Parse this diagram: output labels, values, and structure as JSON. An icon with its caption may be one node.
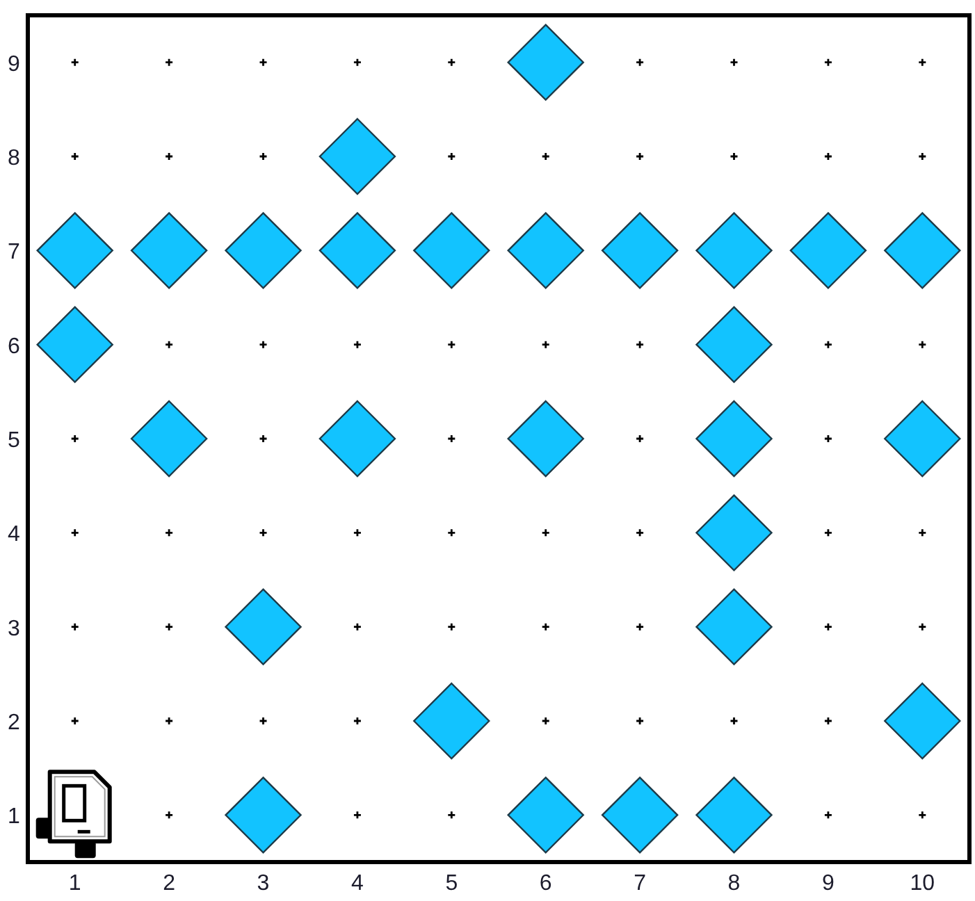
{
  "diagram": {
    "chart_data": {
      "type": "scatter",
      "xlim": [
        0.5,
        10.5
      ],
      "ylim": [
        0.5,
        9.5
      ],
      "xticks": [
        1,
        2,
        3,
        4,
        5,
        6,
        7,
        8,
        9,
        10
      ],
      "yticks": [
        1,
        2,
        3,
        4,
        5,
        6,
        7,
        8,
        9
      ],
      "x": [
        6,
        4,
        1,
        2,
        3,
        4,
        5,
        6,
        7,
        8,
        9,
        10,
        1,
        8,
        2,
        4,
        6,
        8,
        10,
        8,
        3,
        8,
        5,
        10,
        3,
        6,
        7,
        8
      ],
      "series": [
        {
          "color": "#12c3ff",
          "values": [
            9,
            8,
            7,
            7,
            7,
            7,
            7,
            7,
            7,
            7,
            7,
            7,
            6,
            6,
            5,
            5,
            5,
            5,
            5,
            4,
            3,
            3,
            2,
            2,
            1,
            1,
            1,
            1
          ]
        }
      ]
    }
  }
}
